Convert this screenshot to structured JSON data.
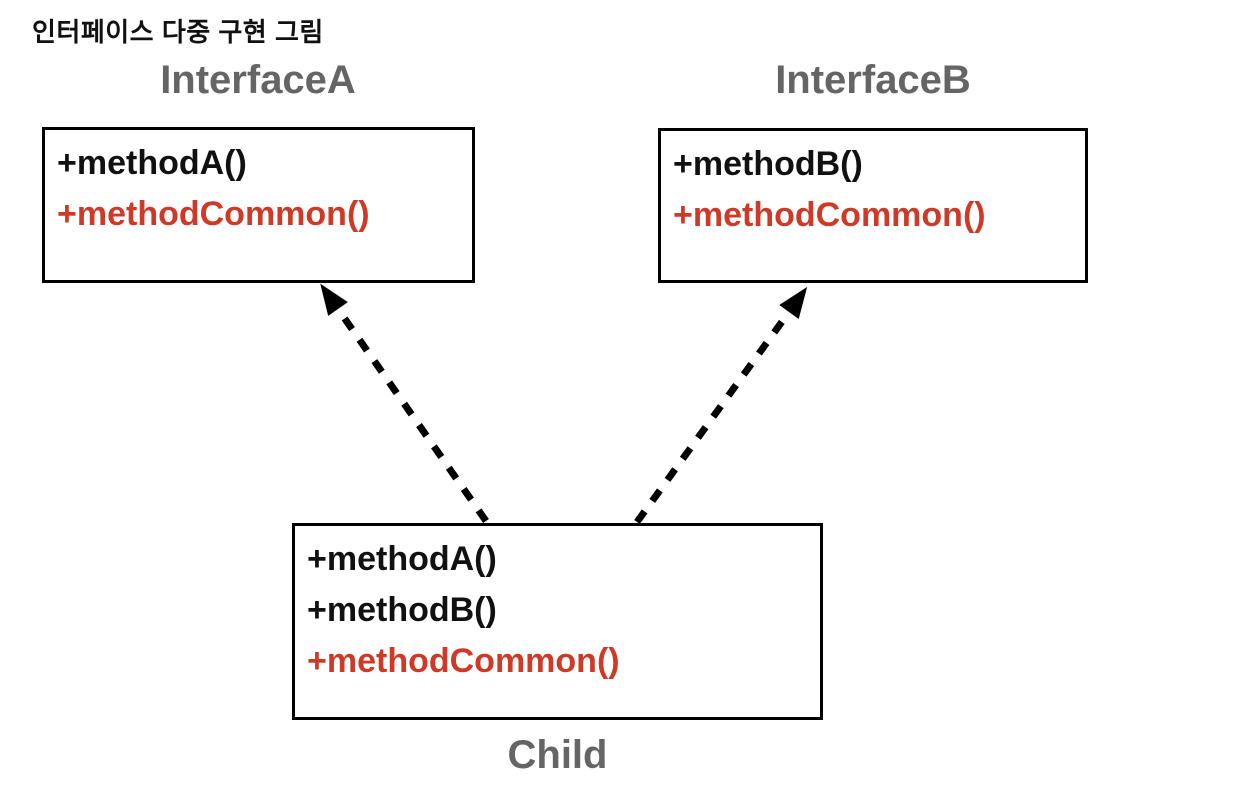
{
  "page_title": "인터페이스 다중 구현 그림",
  "colors": {
    "method_common_red": "#ce3a27",
    "label_gray": "#656565",
    "ink": "#111111",
    "canvas_bg": "#ffffff",
    "arrow": "#000000"
  },
  "diagram": {
    "interface_a": {
      "label": "InterfaceA",
      "methods": [
        {
          "text": "+methodA()",
          "color": "black"
        },
        {
          "text": "+methodCommon()",
          "color": "red"
        }
      ]
    },
    "interface_b": {
      "label": "InterfaceB",
      "methods": [
        {
          "text": "+methodB()",
          "color": "black"
        },
        {
          "text": "+methodCommon()",
          "color": "red"
        }
      ]
    },
    "child": {
      "label": "Child",
      "methods": [
        {
          "text": "+methodA()",
          "color": "black"
        },
        {
          "text": "+methodB()",
          "color": "black"
        },
        {
          "text": "+methodCommon()",
          "color": "red"
        }
      ]
    },
    "relations": [
      {
        "from": "Child",
        "to": "InterfaceA",
        "type": "realization-dashed-arrow"
      },
      {
        "from": "Child",
        "to": "InterfaceB",
        "type": "realization-dashed-arrow"
      }
    ]
  }
}
